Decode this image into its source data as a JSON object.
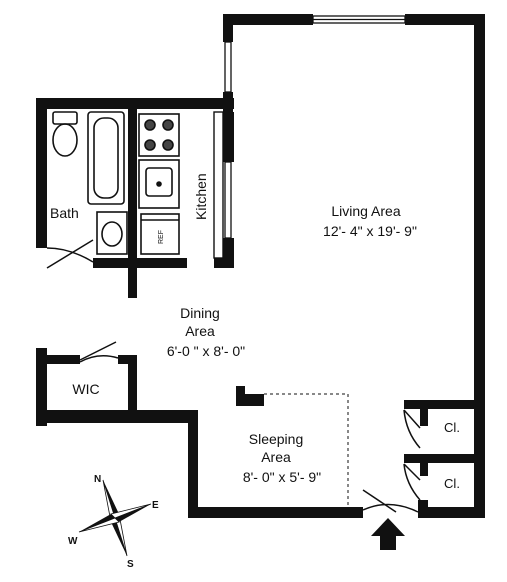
{
  "rooms": {
    "living": {
      "name": "Living Area",
      "dims": "12'- 4\" x 19'- 9\""
    },
    "dining": {
      "name_line1": "Dining",
      "name_line2": "Area",
      "dims": "6'-0 \" x 8'- 0\""
    },
    "sleeping": {
      "name_line1": "Sleeping",
      "name_line2": "Area",
      "dims": "8'- 0\" x 5'- 9\""
    },
    "bath": {
      "name": "Bath"
    },
    "kitchen": {
      "name": "Kitchen"
    },
    "wic": {
      "name": "WIC"
    },
    "closet_upper": {
      "name": "Cl."
    },
    "closet_lower": {
      "name": "Cl."
    }
  },
  "compass": {
    "north": "N",
    "south": "S",
    "east": "E",
    "west": "W"
  },
  "icons": {
    "entry": "entry-arrow-icon",
    "compass": "compass-rose-icon",
    "toilet": "toilet-icon",
    "bathtub": "bathtub-icon",
    "sink": "sink-icon",
    "stove": "stove-icon",
    "refrigerator": "refrigerator-icon"
  },
  "colors": {
    "wall": "#111111",
    "background": "#ffffff"
  }
}
